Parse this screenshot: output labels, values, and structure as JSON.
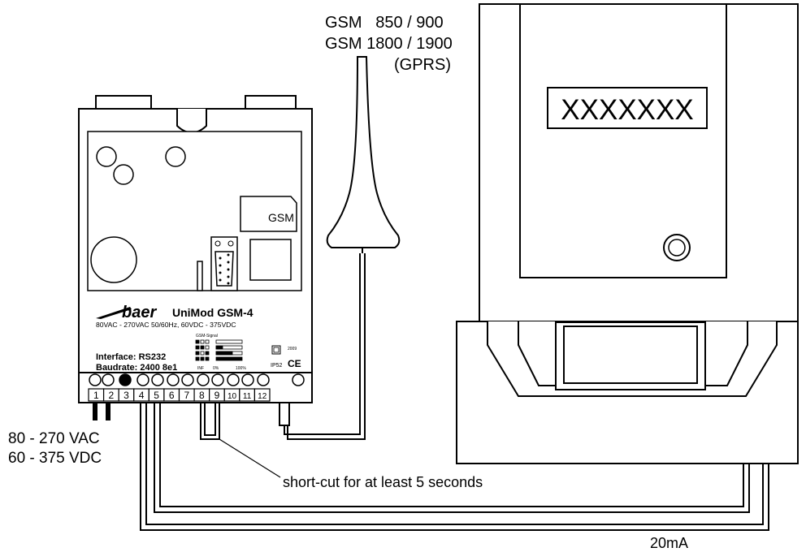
{
  "gsm_bands": {
    "line1": "GSM   850 / 900",
    "line2": "GSM 1800 / 1900",
    "line3": "(GPRS)"
  },
  "meter": {
    "display_text": "XXXXXXX"
  },
  "modem": {
    "brand": "baer",
    "model": "UniMod GSM-4",
    "power_spec": "80VAC - 270VAC 50/60Hz, 60VDC - 375VDC",
    "interface": "Interface: RS232",
    "baudrate": "Baudrate: 2400 8e1",
    "sim_label": "GSM",
    "signal_title": "GSM-Signal",
    "signal_inf": "INF",
    "signal_0": "0%",
    "signal_100": "100%",
    "year": "2009",
    "ip_rating": "IP52",
    "ce_mark": "CE",
    "terminals": [
      "1",
      "2",
      "3",
      "4",
      "5",
      "6",
      "7",
      "8",
      "9",
      "10",
      "11",
      "12"
    ]
  },
  "power_supply": {
    "ac": "80 - 270 VAC",
    "dc": "60 - 375 VDC"
  },
  "annotations": {
    "shortcut": "short-cut for at least 5 seconds",
    "current_loop": "20mA"
  }
}
